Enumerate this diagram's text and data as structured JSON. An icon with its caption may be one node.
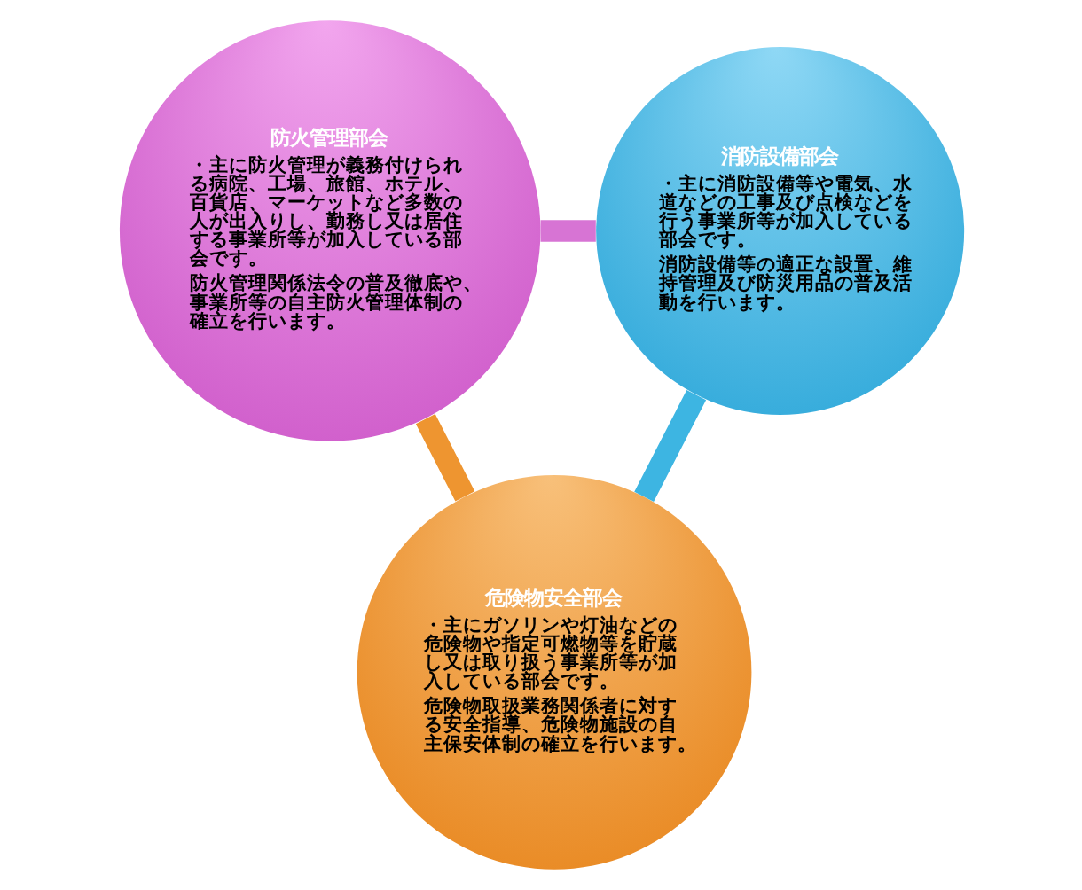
{
  "diagram": {
    "nodes": [
      {
        "text": [
          "防火管理部会",
          "・主に防火管理が義務付けられる病院、工場、旅館、ホテル、百貨店、マーケットなど多数の人が出入りし、勤務し又は居住する事業所等が加入している部会です。",
          "防火管理関係法令の普及徹底や、事業所等の自主防火管理体制の確立を行います。"
        ]
      },
      {
        "text": [
          "消防設備部会",
          "・主に消防設備等や電気、水道などの工事及び点検などを行う事業所等が加入している部会です。",
          "消防設備等の適正な設置、維持管理及び防災用品の普及活動を行います。"
        ]
      },
      {
        "text": [
          "危険物安全部会",
          "・主にガソリンや灯油などの危険物や指定可燃物等を貯蔵し又は取り扱う事業所等が加入している部会です。",
          "危険物取扱業務関係者に対する安全指導、危険物施設の自主保安体制の確立を行います。"
        ]
      }
    ],
    "edges": [
      {
        "from": 0,
        "to": 1,
        "arrow": "none",
        "color": "#d774d4"
      },
      {
        "from": 1,
        "to": 2,
        "arrow": "none",
        "color": "#3db5e2"
      },
      {
        "from": 2,
        "to": 0,
        "arrow": "none",
        "color": "#ee9530"
      }
    ]
  }
}
